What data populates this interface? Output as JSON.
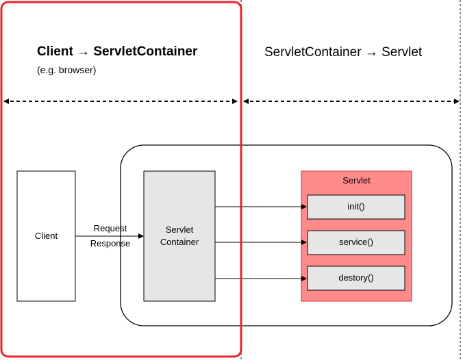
{
  "headings": {
    "left_main": "Client →  ServletContainer",
    "left_sub": "(e.g. browser)",
    "right": "ServletContainer → Servlet"
  },
  "nodes": {
    "client": "Client",
    "servlet_container_line1": "Servlet",
    "servlet_container_line2": "Container",
    "servlet_title": "Servlet",
    "init": "init()",
    "service": "service()",
    "destroy": "destory()"
  },
  "edges": {
    "request": "Request",
    "response": "Response"
  },
  "colors": {
    "highlight_border": "#e8262b",
    "container_fill": "#e6e6e6",
    "servlet_fill": "#ff8a8a",
    "servlet_border": "#d9474a",
    "method_fill": "#e6e6e6"
  }
}
